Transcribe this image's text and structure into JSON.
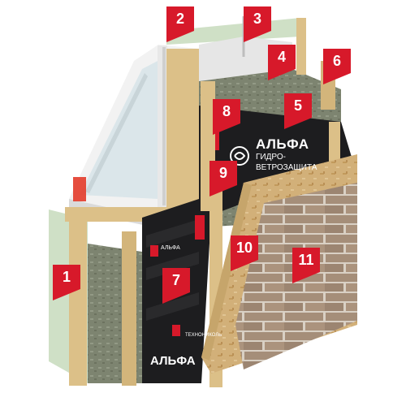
{
  "membrane_print": {
    "brand": "АЛЬФА",
    "line1": "ГИДРО-",
    "line2": "ВЕТРОЗАЩИТА",
    "brand_repeat": "АЛЬФА",
    "maker": "ТЕХНОНИКОЛЬ",
    "small_brand": "АЛЬФА"
  },
  "markers": [
    {
      "label": "1"
    },
    {
      "label": "2"
    },
    {
      "label": "3"
    },
    {
      "label": "4"
    },
    {
      "label": "5"
    },
    {
      "label": "6"
    },
    {
      "label": "7"
    },
    {
      "label": "8"
    },
    {
      "label": "9"
    },
    {
      "label": "10"
    },
    {
      "label": "11"
    }
  ],
  "colors": {
    "marker": "#d7192a",
    "membrane": "#1d1d1f",
    "osb": "#d2b079",
    "brick": "#a58e79",
    "timber": "#dcc088",
    "insulation": "#7d8470",
    "window_frame": "#f2f2f2",
    "glass": "#dbe6ea",
    "sheathing_green": "#cfe0c6",
    "foil": "#e6e6e6"
  }
}
